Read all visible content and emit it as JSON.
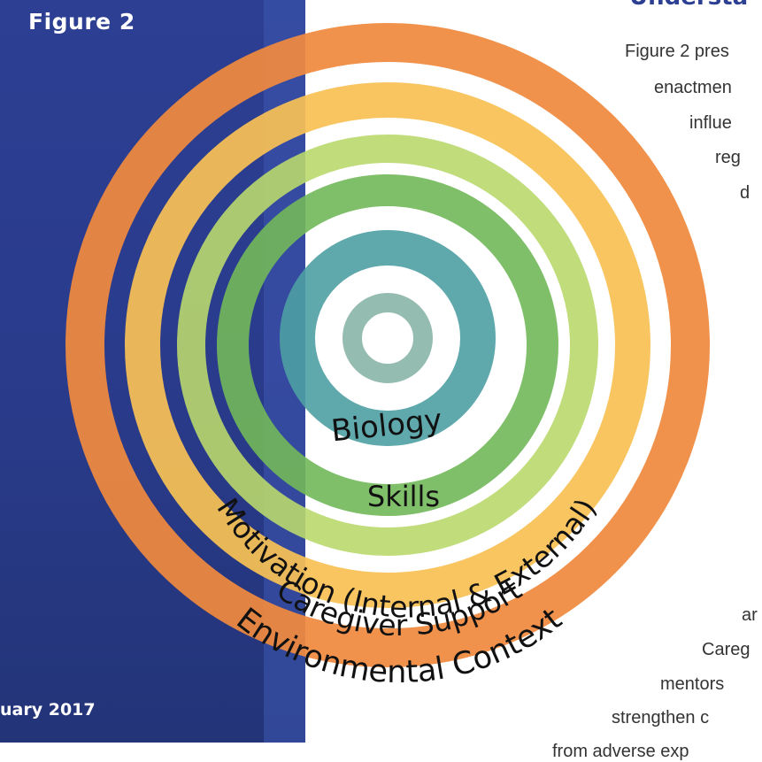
{
  "sidebar": {
    "figure_label": "Figure 2",
    "date_label": "uary 2017"
  },
  "heading": "Understa",
  "paragraph_lines": [
    "Figure 2 pres",
    "enactmen",
    "influe",
    "reg",
    "d",
    "ar",
    "Careg",
    "mentors",
    "strengthen c",
    "from adverse exp"
  ],
  "diagram": {
    "rings": [
      {
        "label": "Environmental Context",
        "color": "#f08a3e"
      },
      {
        "label": "Caregiver Support",
        "color": "#f7c155"
      },
      {
        "label": "Motivation (Internal & External)",
        "color": "#b9d86d"
      },
      {
        "label": "Skills",
        "color": "#72b85a"
      },
      {
        "label": "Biology",
        "color": "#4e9ea3"
      }
    ],
    "center_color": "#89b5a8"
  }
}
